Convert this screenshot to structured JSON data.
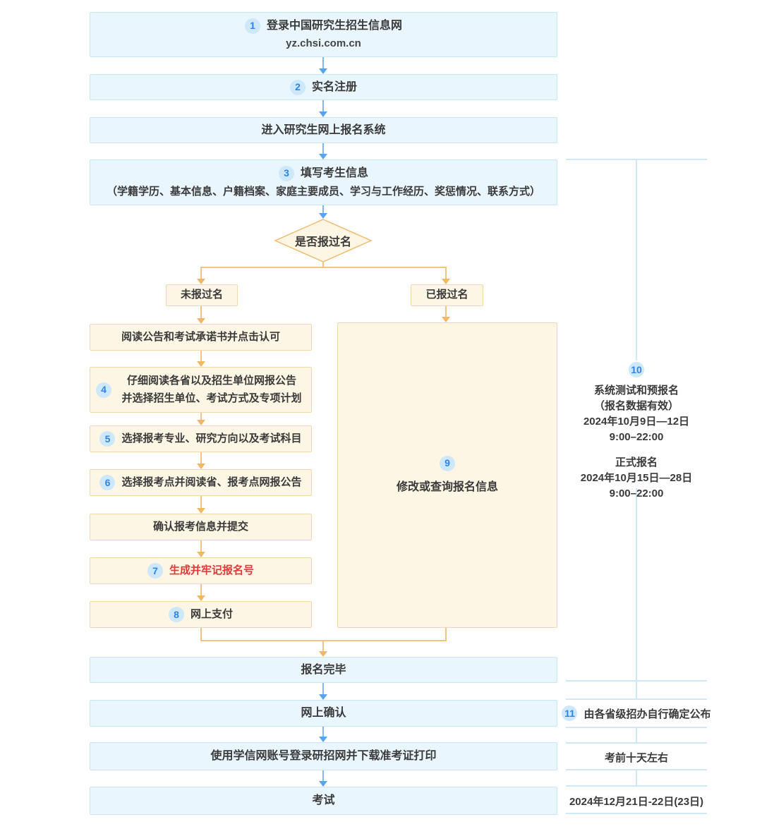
{
  "flow": {
    "step1": {
      "badge": "1",
      "title": "登录中国研究生招生信息网",
      "subtitle": "yz.chsi.com.cn"
    },
    "step2": {
      "badge": "2",
      "title": "实名注册"
    },
    "enter_system": {
      "title": "进入研究生网上报名系统"
    },
    "step3": {
      "badge": "3",
      "title": "填写考生信息",
      "detail": "（学籍学历、基本信息、户籍档案、家庭主要成员、学习与工作经历、奖惩情况、联系方式）"
    },
    "decision": {
      "title": "是否报过名",
      "branch_no": "未报过名",
      "branch_yes": "已报过名"
    },
    "left_branch": [
      {
        "title": "阅读公告和考试承诺书并点击认可"
      },
      {
        "badge": "4",
        "line1": "仔细阅读各省以及招生单位网报公告",
        "line2": "并选择招生单位、考试方式及专项计划"
      },
      {
        "badge": "5",
        "title": "选择报考专业、研究方向以及考试科目"
      },
      {
        "badge": "6",
        "title": "选择报考点并阅读省、报考点网报公告"
      },
      {
        "title": "确认报考信息并提交"
      },
      {
        "badge": "7",
        "title": "生成并牢记报名号"
      },
      {
        "badge": "8",
        "title": "网上支付"
      }
    ],
    "right_branch": {
      "badge": "9",
      "title": "修改或查询报名信息"
    },
    "finish": {
      "title": "报名完毕"
    },
    "confirm": {
      "title": "网上确认"
    },
    "download": {
      "title": "使用学信网账号登录研招网并下载准考证打印"
    },
    "exam": {
      "title": "考试"
    }
  },
  "sidebar": {
    "badge": "10",
    "pre_title": "系统测试和预报名",
    "pre_note": "（报名数据有效）",
    "pre_date": "2024年10月9日—12日",
    "pre_time": "9:00–22:00",
    "official_title": "正式报名",
    "official_date": "2024年10月15日—28日",
    "official_time": "9:00–22:00",
    "confirm_badge": "11",
    "confirm_note": "由各省级招办自行确定公布",
    "download_note": "考前十天左右",
    "exam_date": "2024年12月21日-22日(23日)"
  },
  "colors": {
    "blue_box_bg": "#eaf6fd",
    "blue_box_border": "#c7e6f8",
    "blue_arrow": "#58a4f0",
    "orange_box_bg": "#fdf6e4",
    "orange_box_border": "#f3d9a6",
    "orange_arrow": "#f0b863",
    "badge_bg": "#cde7fb",
    "badge_fg": "#2f83e4",
    "red_text": "#e23a3a",
    "bracket_line": "#cfe8f7",
    "text": "#3a3a3a"
  }
}
